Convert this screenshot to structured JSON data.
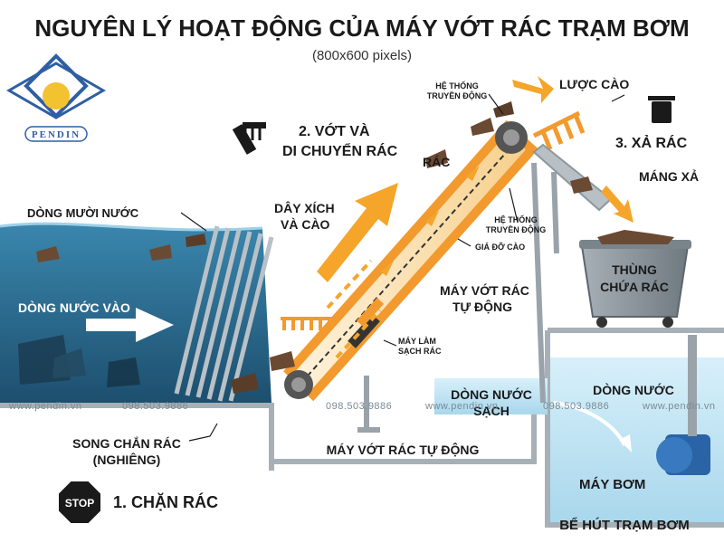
{
  "title": "NGUYÊN LÝ HOẠT ĐỘNG CỦA MÁY VỚT RÁC TRẠM BƠM",
  "subtitle": "(800x600 pixels)",
  "logo_text": "PENDIN",
  "labels": {
    "dong_muoi_nuoc": "DÒNG MƯỜI NƯỚC",
    "dong_nuoc_vao": "DÒNG NƯỚC VÀO",
    "song_chan_rac_1": "SONG CHẮN RÁC",
    "song_chan_rac_2": "(NGHIÊNG)",
    "step1": "1. CHẶN RÁC",
    "stop": "STOP",
    "step2_1": "2. VỚT VÀ",
    "step2_2": "DI CHUYỂN RÁC",
    "day_xich_1": "DÂY XÍCH",
    "day_xich_2": "VÀ CÀO",
    "rac": "RÁC",
    "he_thong_top_1": "HỆ THỐNG",
    "he_thong_top_2": "TRUYỀN ĐỘNG",
    "he_thong_mid_1": "HỆ THỐNG",
    "he_thong_mid_2": "TRUYỀN ĐỘNG",
    "gia_do_cao": "GIÁ ĐỠ CÀO",
    "may_vot_rac_1": "MÁY VỚT RÁC",
    "may_vot_rac_2": "TỰ ĐỘNG",
    "may_lam_sach_1": "MÁY LÀM",
    "may_lam_sach_2": "SẠCH RÁC",
    "luoc_cao": "LƯỢC CÀO",
    "step3": "3. XẢ RÁC",
    "mang_xa": "MÁNG XẢ",
    "thung_1": "THÙNG",
    "thung_2": "CHỨA RÁC",
    "dong_nuoc_sach_1": "DÒNG NƯỚC",
    "dong_nuoc_sach_2": "SẠCH",
    "dong_nuoc": "DÒNG NƯỚC",
    "may_bom": "MÁY BƠM",
    "may_vot_rac_bottom": "MÁY VỚT RÁC TỰ ĐỘNG",
    "be_hut": "BỂ HÚT TRẠM BƠM"
  },
  "watermarks": [
    "www.pendin.vn",
    "098.503.9886",
    "098.503.9886",
    "www.pendin.vn",
    "098.503.9886",
    "www.pendin.vn"
  ],
  "colors": {
    "water_dark": "#2c6f93",
    "water_light": "#bfe3f2",
    "conveyor_orange": "#f29a2e",
    "conveyor_light": "#fbe3b8",
    "arrow_orange": "#f5a52a",
    "structure_gray": "#9aa3aa",
    "bin_gray": "#8d979e",
    "debris_brown": "#6b4a33",
    "logo_blue": "#2f5fa3",
    "logo_gold": "#f2c230"
  },
  "icons": [
    "stop-sign-icon",
    "rake-icon",
    "trash-bin-icon",
    "pendin-logo-icon"
  ]
}
